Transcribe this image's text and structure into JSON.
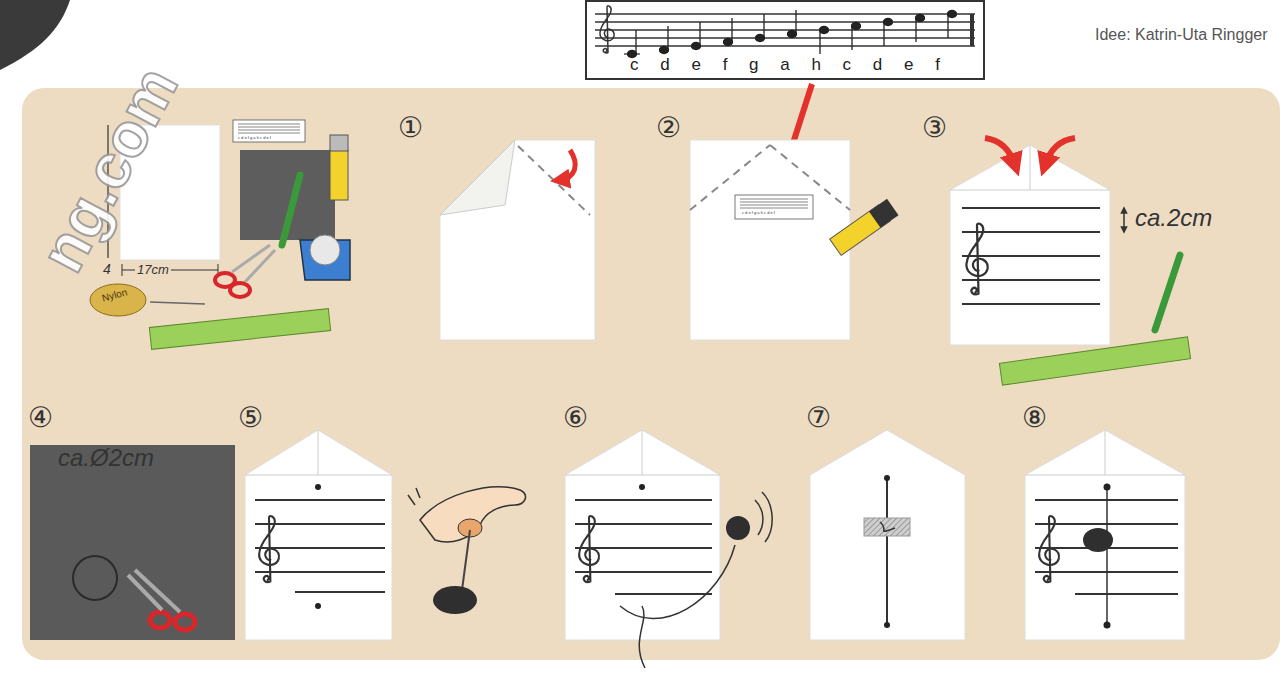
{
  "diagram": {
    "nodes": [
      {
        "text": [
          "c d e f g a h c d e f"
        ]
      }
    ],
    "labels": [
      "Idee: Katrin-Uta Ringger",
      "①",
      "②",
      "③",
      "④",
      "⑤",
      "⑥",
      "⑦",
      "⑧",
      "ca.2cm",
      "ca.Ø2cm",
      "17cm",
      "4",
      "Nylon",
      "ng.com",
      "c d e f g a h c d e f",
      "c d e f g a h c d e f"
    ]
  }
}
